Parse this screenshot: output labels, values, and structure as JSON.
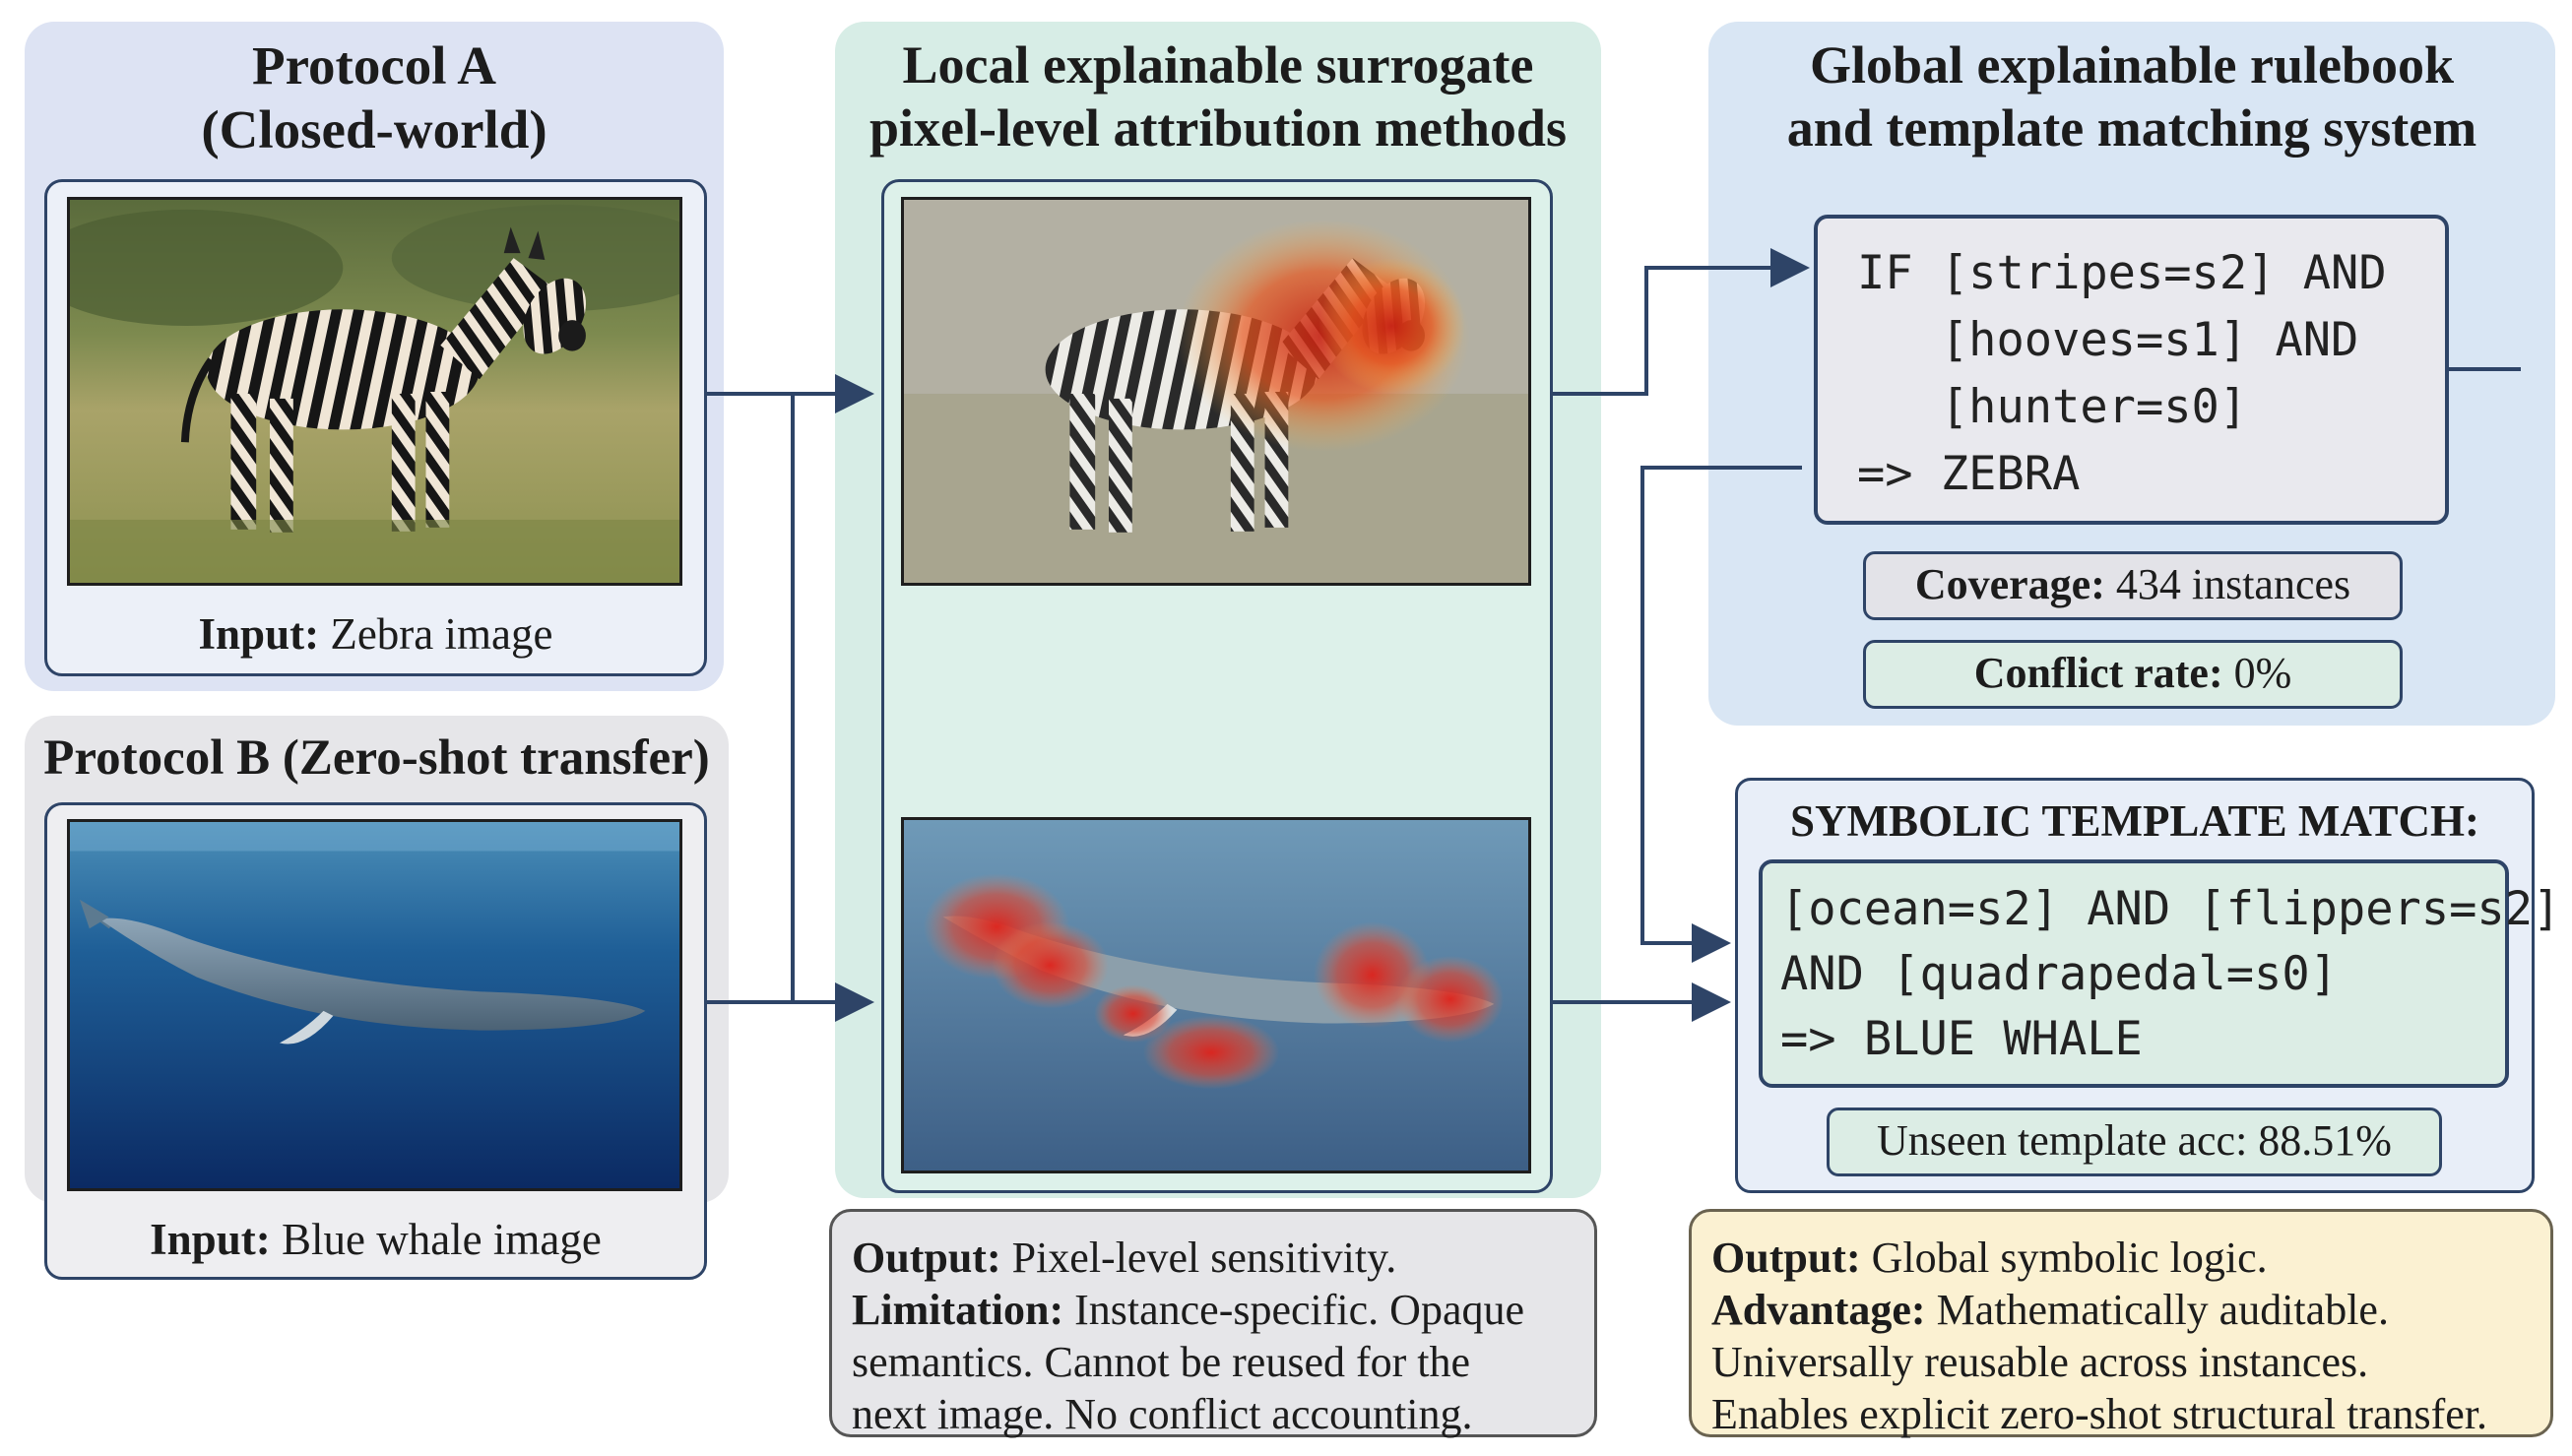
{
  "protocol_a": {
    "title_line1": "Protocol A",
    "title_line2": "(Closed-world)",
    "caption_label": "Input:",
    "caption_text": "Zebra image"
  },
  "protocol_b": {
    "title": "Protocol B (Zero-shot transfer)",
    "caption_label": "Input:",
    "caption_text": "Blue whale image"
  },
  "local": {
    "title_line1": "Local explainable surrogate",
    "title_line2": "pixel-level attribution methods",
    "output_label": "Output:",
    "output_text": "Pixel-level sensitivity.",
    "limitation_label": "Limitation:",
    "limitation_line1": "Instance-specific. Opaque",
    "limitation_line2": "semantics. Cannot be reused for the",
    "limitation_line3": "next image. No conflict accounting."
  },
  "global": {
    "title_line1": "Global explainable rulebook",
    "title_line2": "and template matching system",
    "rule_lines": [
      "IF [stripes=s2] AND",
      "   [hooves=s1] AND",
      "   [hunter=s0]",
      "=> ZEBRA"
    ],
    "coverage_label": "Coverage:",
    "coverage_text": "434 instances",
    "conflict_label": "Conflict rate:",
    "conflict_text": "0%",
    "symbolic_title": "SYMBOLIC TEMPLATE MATCH:",
    "template_lines": [
      "[ocean=s2] AND [flippers=s2]",
      "AND [quadrapedal=s0]",
      "=> BLUE WHALE"
    ],
    "unseen_text": "Unseen template acc: 88.51%",
    "output_label": "Output:",
    "output_text": "Global symbolic logic.",
    "advantage_label": "Advantage:",
    "advantage_line1": "Mathematically auditable.",
    "advantage_line2": "Universally reusable across instances.",
    "advantage_line3": "Enables explicit zero-shot structural transfer."
  },
  "colors": {
    "panel_a": "#dde3f3",
    "panel_b": "#e6e6e9",
    "panel_local": "#d7ede6",
    "panel_global": "#d9e6f4",
    "frame_border": "#2e4467",
    "arrow": "#2e4467",
    "heat_high": "#e03a1e",
    "desc_global_bg": "#fbf1d2"
  },
  "icons": [
    "zebra-photo",
    "blue-whale-photo",
    "zebra-heatmap-photo",
    "whale-heatmap-photo",
    "arrow-right-icon"
  ]
}
